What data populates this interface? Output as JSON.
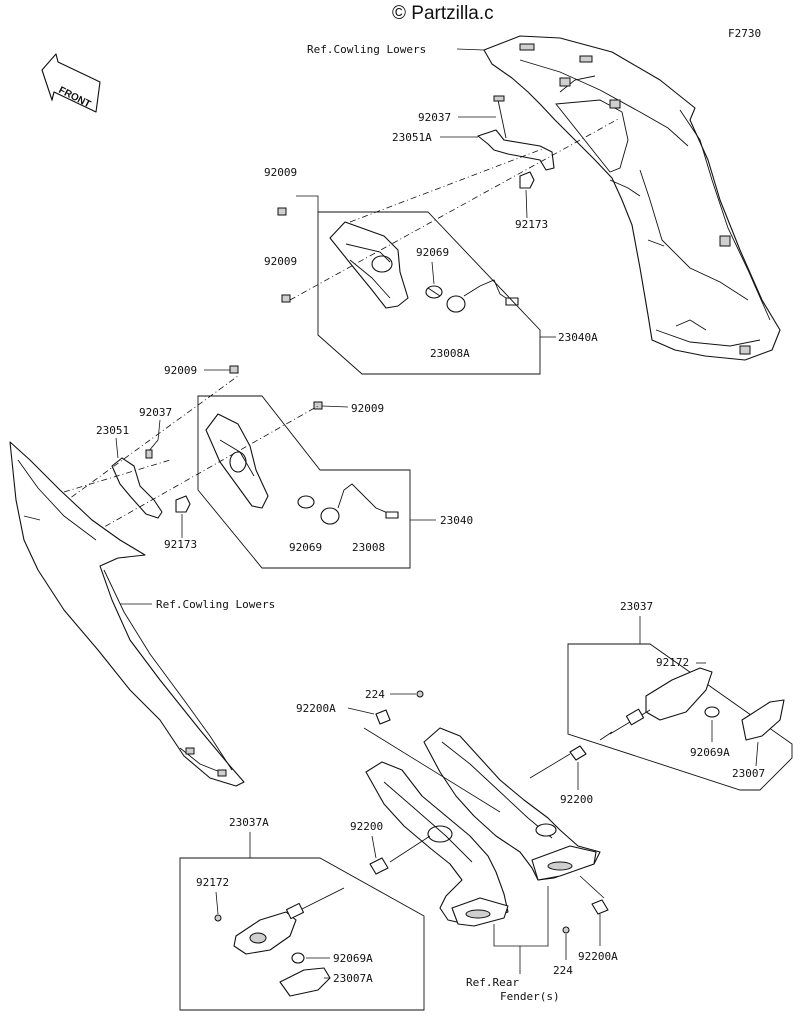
{
  "watermark": "© Partzilla.c",
  "figure_code": "F2730",
  "front_label": "FRONT",
  "labels": {
    "ref_cowling_top": "Ref.Cowling Lowers",
    "ref_cowling_left": "Ref.Cowling Lowers",
    "ref_rear_fender_1": "Ref.Rear",
    "ref_rear_fender_2": "Fender(s)",
    "p92037_top": "92037",
    "p23051A": "23051A",
    "p92009_a": "92009",
    "p92173_top": "92173",
    "p92009_b": "92009",
    "p92069_top": "92069",
    "p23040A": "23040A",
    "p23008A": "23008A",
    "p92009_c": "92009",
    "p92009_d": "92009",
    "p92037_mid": "92037",
    "p23051": "23051",
    "p92173_mid": "92173",
    "p92069_mid": "92069",
    "p23008": "23008",
    "p23040": "23040",
    "p23037": "23037",
    "p92172_r": "92172",
    "p224_top": "224",
    "p92200A_top": "92200A",
    "p92069A_r": "92069A",
    "p23007": "23007",
    "p92200_r": "92200",
    "p23037A": "23037A",
    "p92200_l": "92200",
    "p92172_l": "92172",
    "p92069A_l": "92069A",
    "p23007A": "23007A",
    "p224_bot": "224",
    "p92200A_bot": "92200A"
  }
}
